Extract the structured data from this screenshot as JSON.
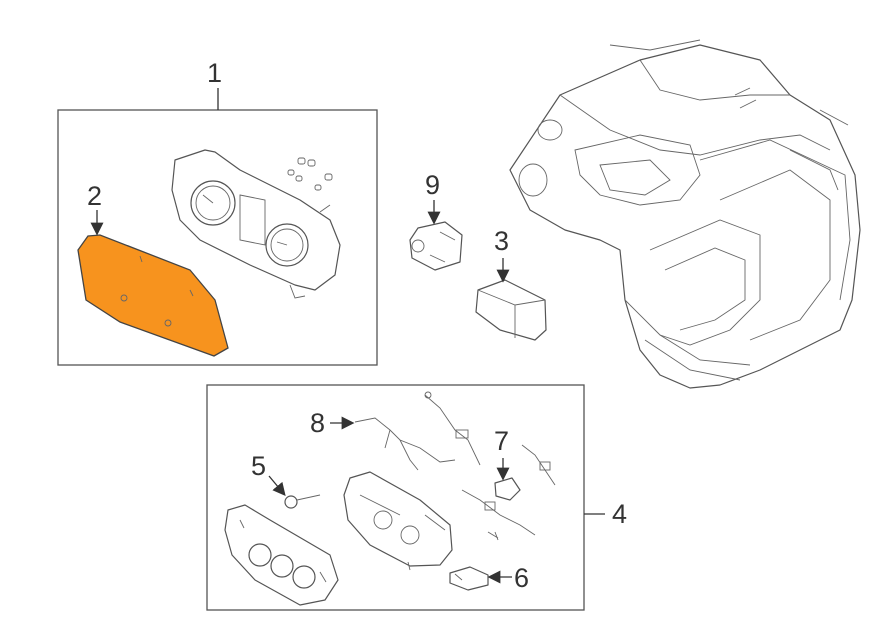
{
  "callouts": {
    "c1": "1",
    "c2": "2",
    "c3": "3",
    "c4": "4",
    "c5": "5",
    "c6": "6",
    "c7": "7",
    "c8": "8",
    "c9": "9"
  },
  "colors": {
    "highlight": "#f7931e",
    "line": "#555555",
    "label": "#333333"
  }
}
